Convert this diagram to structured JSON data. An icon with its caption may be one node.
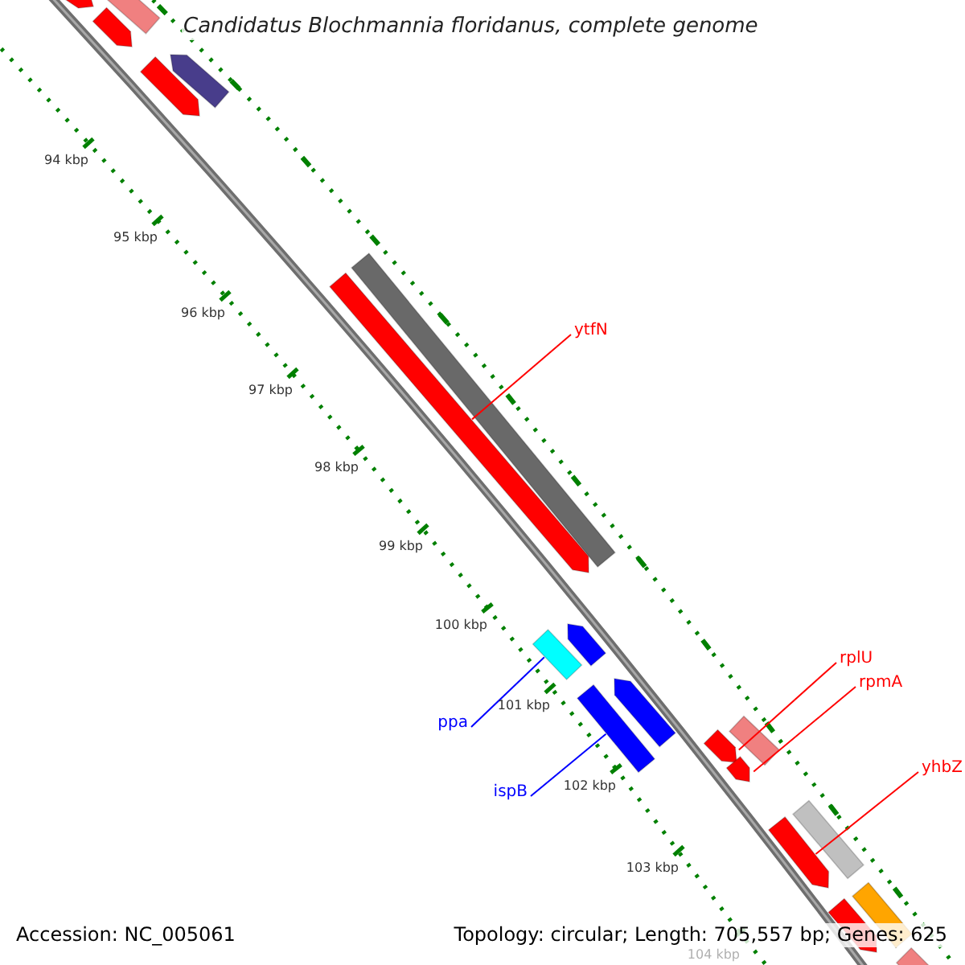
{
  "diagram": {
    "title": "Candidatus Blochmannia floridanus, complete genome",
    "nodes": [
      {
        "text": [
          "ytfN"
        ]
      },
      {
        "text": [
          "rplU"
        ]
      },
      {
        "text": [
          "rpmA"
        ]
      },
      {
        "text": [
          "ppa"
        ]
      },
      {
        "text": [
          "yhbZ"
        ]
      },
      {
        "text": [
          "ispB"
        ]
      },
      {
        "text": [],
        "shape": "bar"
      },
      {
        "text": [],
        "shape": "bar"
      },
      {
        "text": [],
        "shape": "bar"
      },
      {
        "text": [],
        "shape": "bar"
      },
      {
        "text": [],
        "shape": "bar"
      },
      {
        "text": [],
        "shape": "bar"
      }
    ],
    "edges": [
      {
        "from": 0,
        "to": 6,
        "arrow": "none"
      },
      {
        "from": 1,
        "to": 9,
        "arrow": "none"
      },
      {
        "from": 2,
        "to": 10,
        "arrow": "none"
      },
      {
        "from": 3,
        "to": 7,
        "arrow": "none",
        "color": "#0000ff"
      },
      {
        "from": 4,
        "to": 11,
        "arrow": "none"
      },
      {
        "from": 5,
        "to": 8,
        "arrow": "none",
        "color": "#0000ff"
      }
    ],
    "labels": [
      "94 kbp",
      "95 kbp",
      "96 kbp",
      "97 kbp",
      "98 kbp",
      "99 kbp",
      "100 kbp",
      "101 kbp",
      "102 kbp",
      "103 kbp",
      "104 kbp",
      "Accession: NC_005061",
      "Topology: circular; Length: 705,557 bp; Genes: 625"
    ]
  }
}
